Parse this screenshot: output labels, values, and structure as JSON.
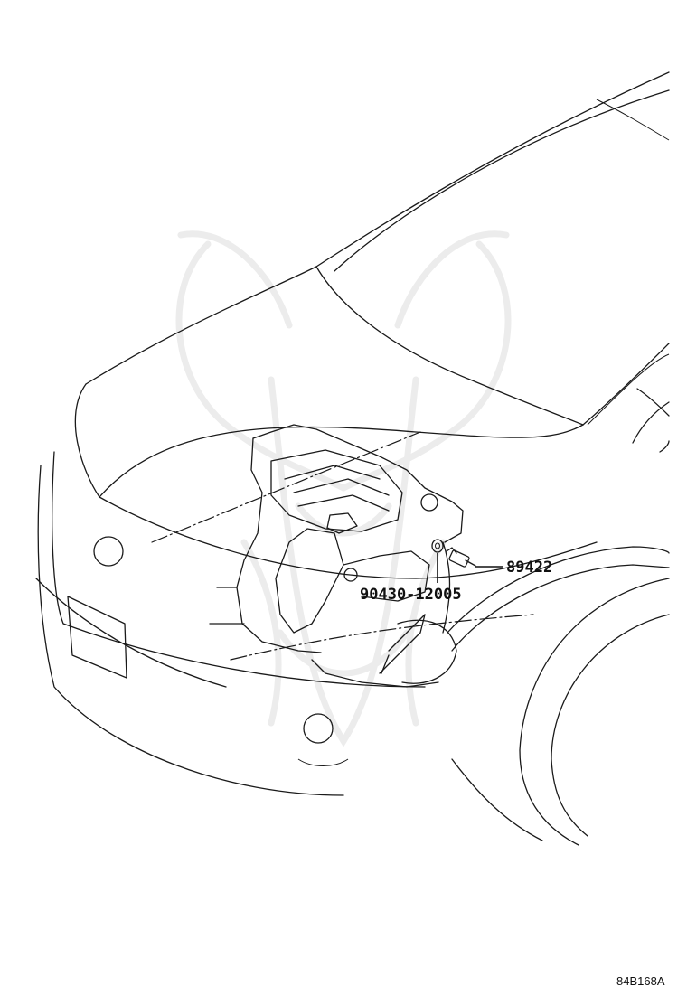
{
  "diagram": {
    "parts": [
      {
        "id": "sensor",
        "number": "89422"
      },
      {
        "id": "gasket",
        "number": "90430-12005"
      }
    ],
    "figure_code": "84B168A",
    "colors": {
      "line": "#1a1a1a",
      "label": "#111111",
      "watermark": "#ececec",
      "background": "#ffffff"
    }
  }
}
